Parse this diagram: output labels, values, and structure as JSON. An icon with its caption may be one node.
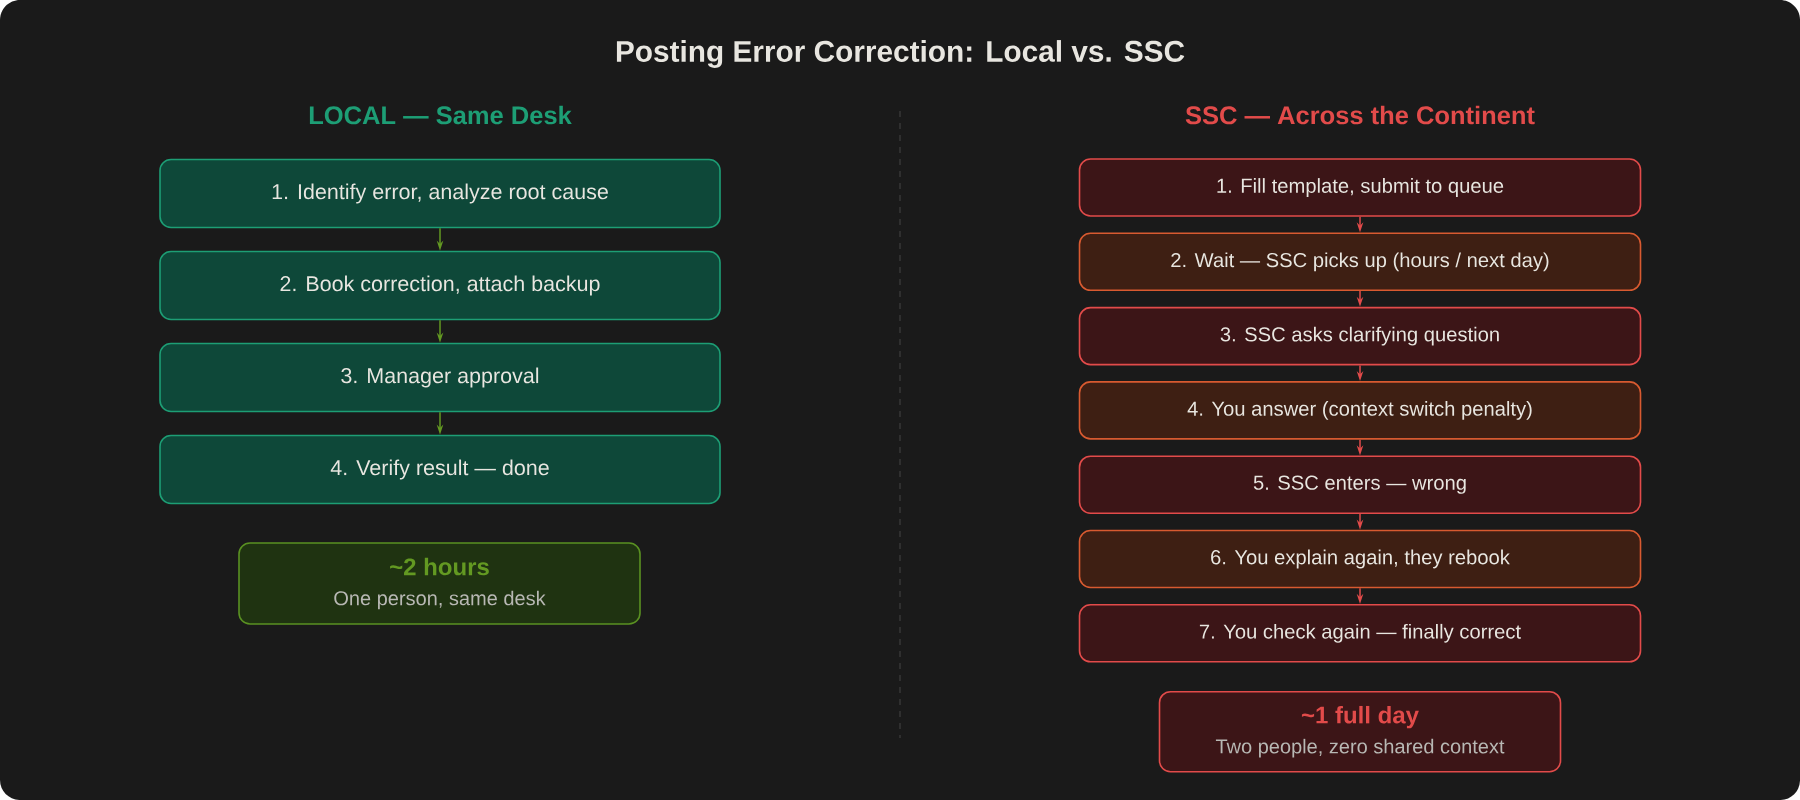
{
  "diagram": {
    "title": "Posting Error Correction: Local vs. SSC",
    "nodes": [
      {
        "text": [
          "1. Identify error, analyze root cause"
        ]
      },
      {
        "text": [
          "2. Book correction, attach backup"
        ]
      },
      {
        "text": [
          "3. Manager approval"
        ]
      },
      {
        "text": [
          "4. Verify result — done"
        ]
      },
      {
        "text": [
          "~2 hours",
          "One person, same desk"
        ]
      },
      {
        "text": [
          "1. Fill template, submit to queue"
        ]
      },
      {
        "text": [
          "2. Wait — SSC picks up (hours / next day)"
        ]
      },
      {
        "text": [
          "3. SSC asks clarifying question"
        ]
      },
      {
        "text": [
          "4. You answer (context switch penalty)"
        ]
      },
      {
        "text": [
          "5. SSC enters — wrong"
        ]
      },
      {
        "text": [
          "6. You explain again, they rebook"
        ]
      },
      {
        "text": [
          "7. You check again — finally correct"
        ]
      },
      {
        "text": [
          "~1 full day",
          "Two people, zero shared context"
        ]
      }
    ],
    "edges": [
      {
        "from": 0,
        "to": 1,
        "arrow": "to",
        "color": "#639922"
      },
      {
        "from": 1,
        "to": 2,
        "arrow": "to",
        "color": "#639922"
      },
      {
        "from": 2,
        "to": 3,
        "arrow": "to",
        "color": "#639922"
      },
      {
        "from": 5,
        "to": 6,
        "arrow": "to"
      },
      {
        "from": 6,
        "to": 7,
        "arrow": "to"
      },
      {
        "from": 7,
        "to": 8,
        "arrow": "to"
      },
      {
        "from": 8,
        "to": 9,
        "arrow": "to"
      },
      {
        "from": 9,
        "to": 10,
        "arrow": "to"
      },
      {
        "from": 10,
        "to": 11,
        "arrow": "to"
      }
    ],
    "labels": [
      "LOCAL — Same Desk",
      "SSC — Across the Continent"
    ]
  }
}
